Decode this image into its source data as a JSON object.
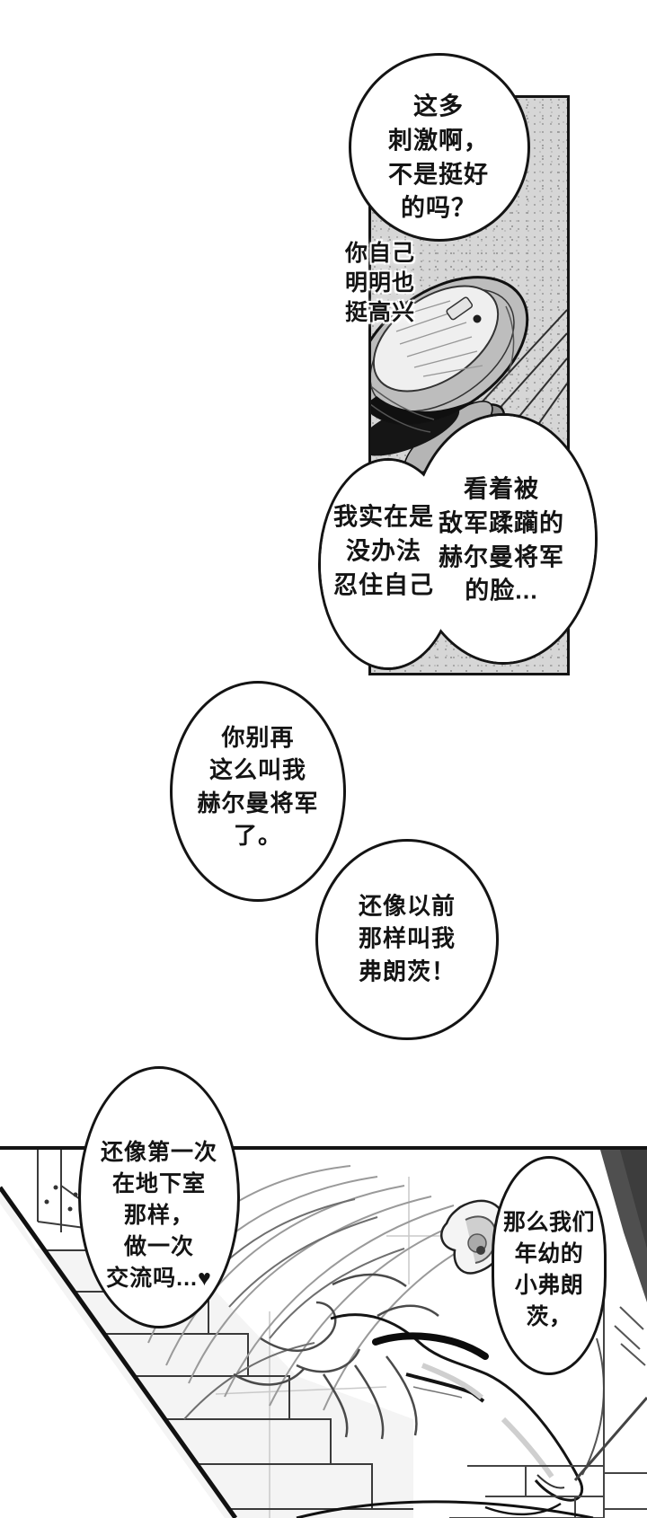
{
  "colors": {
    "ink": "#141414",
    "paper": "#ffffff",
    "panel_screentone": "#d6d6d6",
    "dark_shadow": "#4f4f4f"
  },
  "icons": {
    "heart": "♥"
  },
  "top_panel": {
    "bubble_excited": "这多\n刺激啊，\n不是挺好\n的吗？",
    "caption_you_yourself": "你自己\n明明也\n挺高兴",
    "bubble_cant_resist": "我实在是\n没办法\n忍住自己",
    "bubble_watching_general": "看着被\n敌军蹂躏的\n赫尔曼将军\n的脸..."
  },
  "middle_bubbles": {
    "bubble_stop_calling": "你别再\n这么叫我\n赫尔曼将军\n了。",
    "bubble_call_me_franz": "还像以前\n那样叫我\n弗朗茨！"
  },
  "bottom_panel": {
    "bubble_like_first_time": "还像第一次\n在地下室\n那样，\n做一次\n交流吗...",
    "bubble_young_franz": "那么我们\n年幼的\n小弗朗茨，"
  }
}
